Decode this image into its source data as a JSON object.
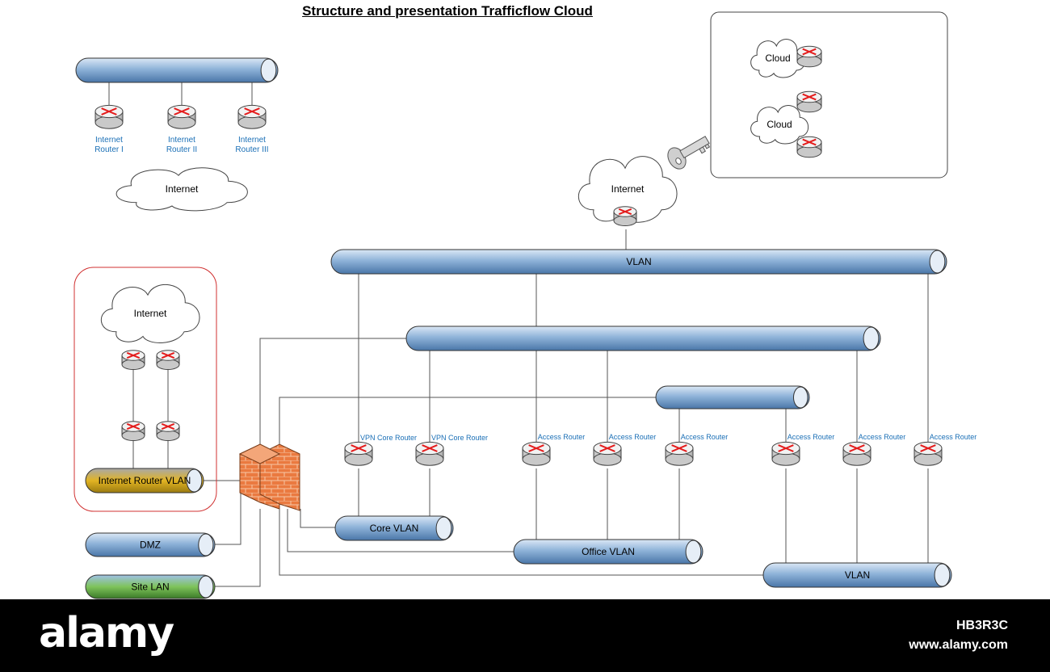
{
  "title": "Structure and presentation Trafficflow Cloud",
  "colors": {
    "pipe_blue": "#8fb3d9",
    "pipe_yellow": "#e2b423",
    "pipe_green": "#7ec35a",
    "router_red": "#e41b1b",
    "label_blue": "#1a6fb6",
    "firewall": "#e9743a",
    "dmz_border": "#d03030"
  },
  "top_left": {
    "routers": [
      "Internet\nRouter I",
      "Internet\nRouter II",
      "Internet\nRouter III"
    ],
    "cloud": "Internet"
  },
  "top_right": {
    "clouds": [
      "Cloud",
      "Cloud"
    ],
    "internet_cloud": "Internet",
    "key_icon": "key-icon"
  },
  "left_box": {
    "cloud": "Internet",
    "vlan": "Internet Router VLAN"
  },
  "vlans": {
    "main": "VLAN",
    "core": "Core VLAN",
    "office": "Office VLAN",
    "bottom": "VLAN",
    "dmz": "DMZ",
    "site": "Site LAN"
  },
  "routers": {
    "vpn": [
      "VPN Core Router",
      "VPN Core Router"
    ],
    "access": [
      "Access Router",
      "Access Router",
      "Access Router",
      "Access Router",
      "Access Router",
      "Access Router"
    ]
  },
  "footer": {
    "brand": "alamy",
    "image_id": "HB3R3C",
    "site": "www.alamy.com"
  }
}
